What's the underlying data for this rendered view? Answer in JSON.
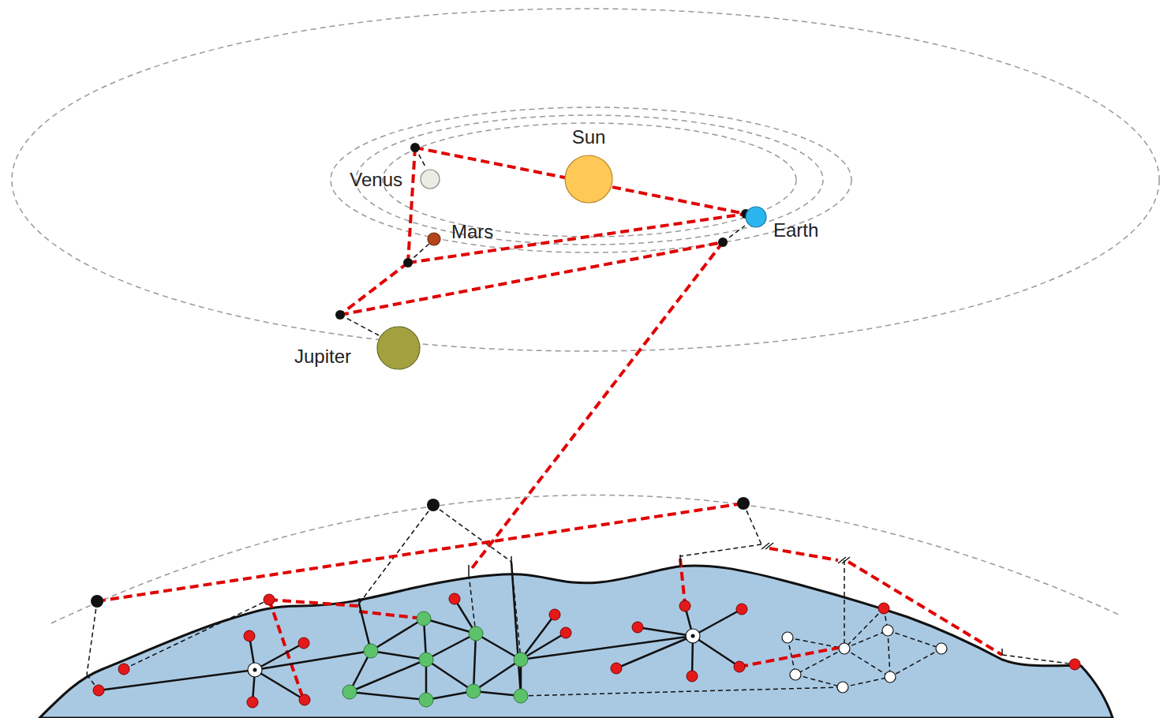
{
  "diagram": {
    "nodes": [
      {
        "text": [
          "Sun"
        ]
      },
      {
        "text": [
          "Venus"
        ]
      },
      {
        "text": [
          "Mars"
        ]
      },
      {
        "text": [
          "Earth"
        ]
      },
      {
        "text": [
          "Jupiter"
        ]
      }
    ]
  }
}
